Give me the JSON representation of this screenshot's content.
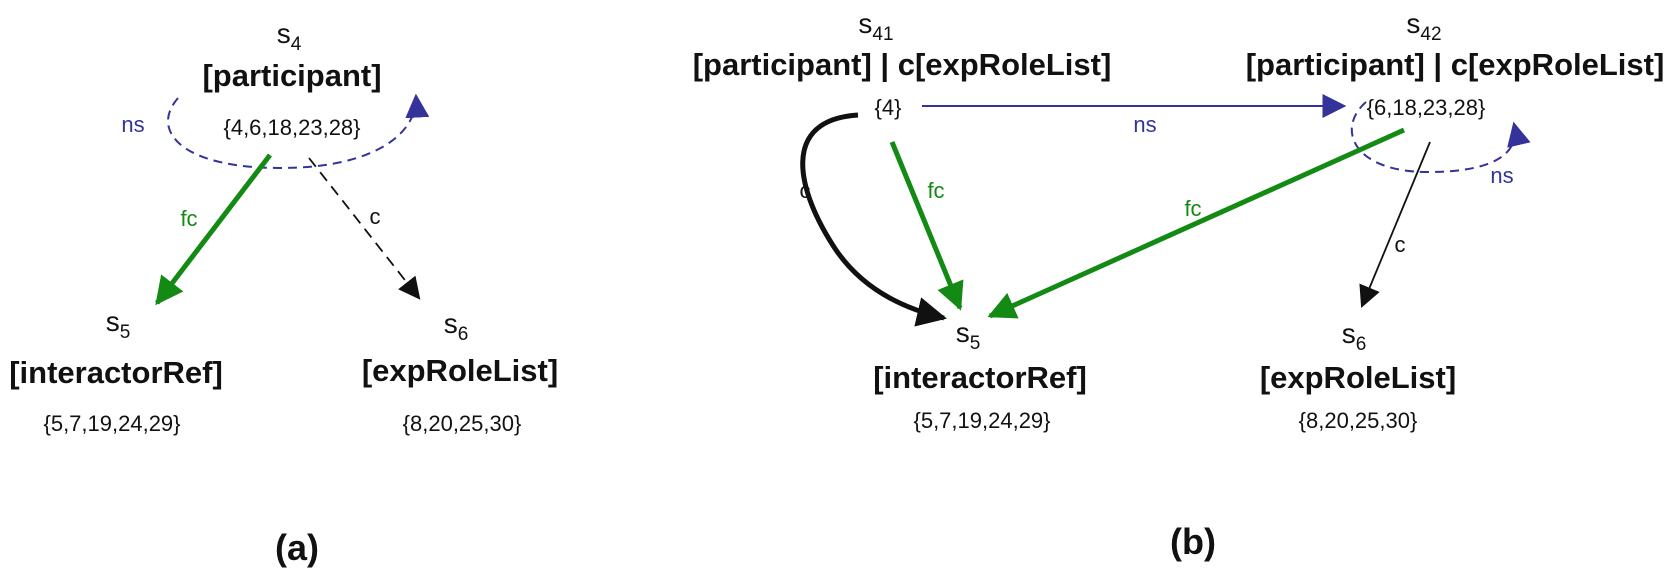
{
  "colors": {
    "ns": "#33339a",
    "fc": "#138a13",
    "c": "#111111"
  },
  "panel_a": {
    "caption": "(a)",
    "s4": {
      "letter": "s",
      "sub": "4",
      "type": "[participant]",
      "set": "{4,6,18,23,28}"
    },
    "s5": {
      "letter": "s",
      "sub": "5",
      "type": "[interactorRef]",
      "set": "{5,7,19,24,29}"
    },
    "s6": {
      "letter": "s",
      "sub": "6",
      "type": "[expRoleList]",
      "set": "{8,20,25,30}"
    },
    "edges": {
      "ns": "ns",
      "fc": "fc",
      "c": "c"
    }
  },
  "panel_b": {
    "caption": "(b)",
    "s41": {
      "letter": "s",
      "sub": "41",
      "type": "[participant] | c[expRoleList]",
      "set": "{4}"
    },
    "s42": {
      "letter": "s",
      "sub": "42",
      "type": "[participant] | c[expRoleList]",
      "set": "{6,18,23,28}"
    },
    "s5": {
      "letter": "s",
      "sub": "5",
      "type": "[interactorRef]",
      "set": "{5,7,19,24,29}"
    },
    "s6": {
      "letter": "s",
      "sub": "6",
      "type": "[expRoleList]",
      "set": "{8,20,25,30}"
    },
    "edges": {
      "ns_top": "ns",
      "ns_loop": "ns",
      "c_curve": "c",
      "fc_left": "fc",
      "fc_long": "fc",
      "c_right": "c"
    }
  }
}
